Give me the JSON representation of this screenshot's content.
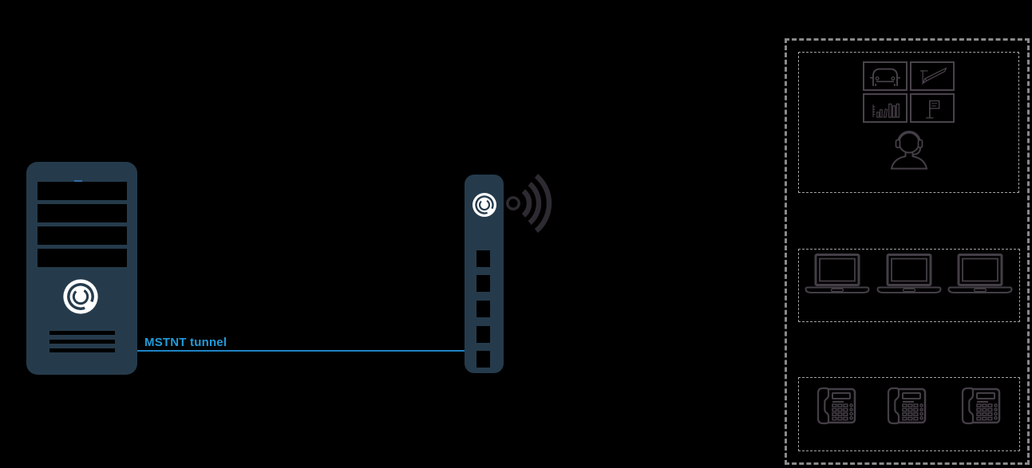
{
  "scene": {
    "background_color": "#000000"
  },
  "tunnel": {
    "label": "MSTNT tunnel",
    "label_color": "#219bd9",
    "line_color": "#1d83c4"
  },
  "server": {
    "name": "server tower",
    "body_color": "#253b4c",
    "logo_icon": "swirl-logo-icon",
    "drive_bay_count": 4,
    "vent_line_count": 3
  },
  "router": {
    "name": "wireless gateway router",
    "body_color": "#253b4c",
    "logo_icon": "swirl-logo-icon",
    "port_count": 5,
    "wifi_icon": "wifi-signal-icon",
    "wifi_color": "#2d2b31"
  },
  "remote_site": {
    "outer_border_color": "#8a8a8a",
    "group_border_color": "#a3a3a3",
    "icon_color": "#443e46",
    "groups": [
      {
        "id": "meeting-room",
        "icon_cells": [
          "car-icon",
          "pen-icon",
          "books-icon",
          "flag-icon"
        ],
        "extra_icon": "support-agent-icon"
      },
      {
        "id": "laptops",
        "icons": [
          "laptop-icon",
          "laptop-icon",
          "laptop-icon"
        ]
      },
      {
        "id": "desk-phones",
        "icons": [
          "desk-phone-icon",
          "desk-phone-icon",
          "desk-phone-icon"
        ]
      }
    ]
  }
}
